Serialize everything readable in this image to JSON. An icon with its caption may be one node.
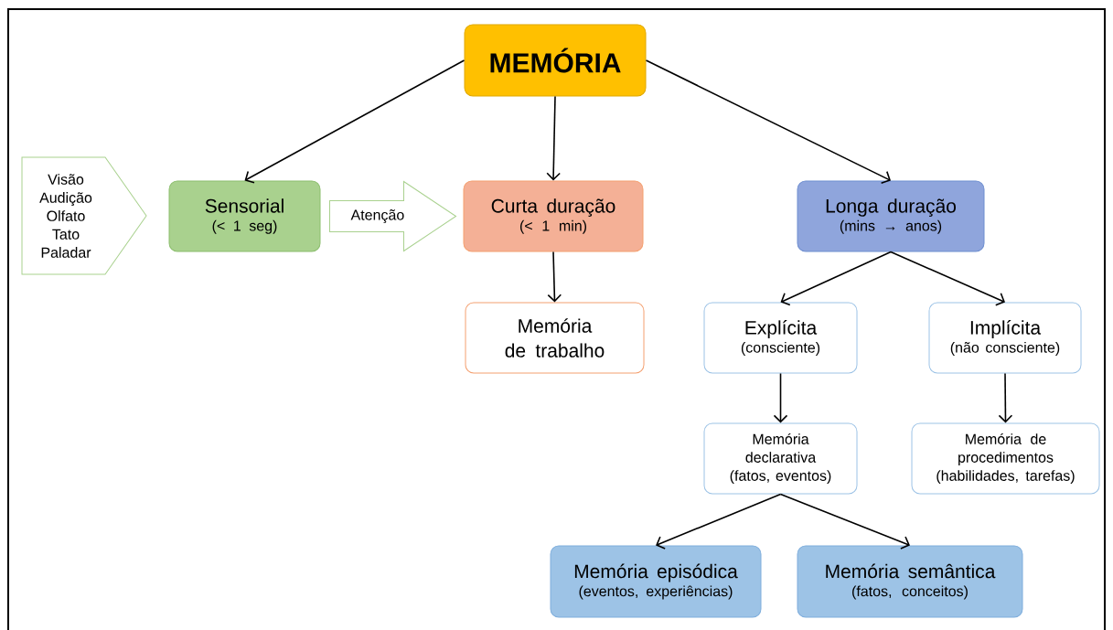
{
  "diagram": {
    "nodes": [
      {
        "text": [
          "MEMÓRIA"
        ]
      },
      {
        "text": [
          "Visão",
          "Audição",
          "Olfato",
          "Tato",
          "Paladar"
        ]
      },
      {
        "text": [
          "Sensorial",
          "(< 1 seg)"
        ]
      },
      {
        "text": [
          "Curta duração",
          "(< 1 min)"
        ]
      },
      {
        "text": [
          "Longa duração",
          "(mins → anos)"
        ]
      },
      {
        "text": [
          "Memória de trabalho"
        ]
      },
      {
        "text": [
          "Explícita",
          "(consciente)"
        ]
      },
      {
        "text": [
          "Implícita",
          "(não consciente)"
        ]
      },
      {
        "text": [
          "Memória declarativa",
          "(fatos, eventos)"
        ]
      },
      {
        "text": [
          "Memória de procedimentos",
          "(habilidades, tarefas)"
        ]
      },
      {
        "text": [
          "Memória episódica",
          "(eventos, experiências)"
        ]
      },
      {
        "text": [
          "Memória semântica",
          "(fatos, conceitos)"
        ]
      }
    ],
    "edges": [
      {
        "from": 0,
        "to": 2,
        "arrow": "to"
      },
      {
        "from": 0,
        "to": 3,
        "arrow": "to"
      },
      {
        "from": 0,
        "to": 4,
        "arrow": "to"
      },
      {
        "from": 2,
        "to": 3,
        "arrow": "to",
        "label": "Atenção",
        "color": "#a9d18e"
      },
      {
        "from": 3,
        "to": 5,
        "arrow": "to"
      },
      {
        "from": 4,
        "to": 6,
        "arrow": "to"
      },
      {
        "from": 4,
        "to": 7,
        "arrow": "to"
      },
      {
        "from": 6,
        "to": 8,
        "arrow": "to"
      },
      {
        "from": 7,
        "to": 9,
        "arrow": "to"
      },
      {
        "from": 8,
        "to": 10,
        "arrow": "to"
      },
      {
        "from": 8,
        "to": 11,
        "arrow": "to"
      }
    ]
  }
}
